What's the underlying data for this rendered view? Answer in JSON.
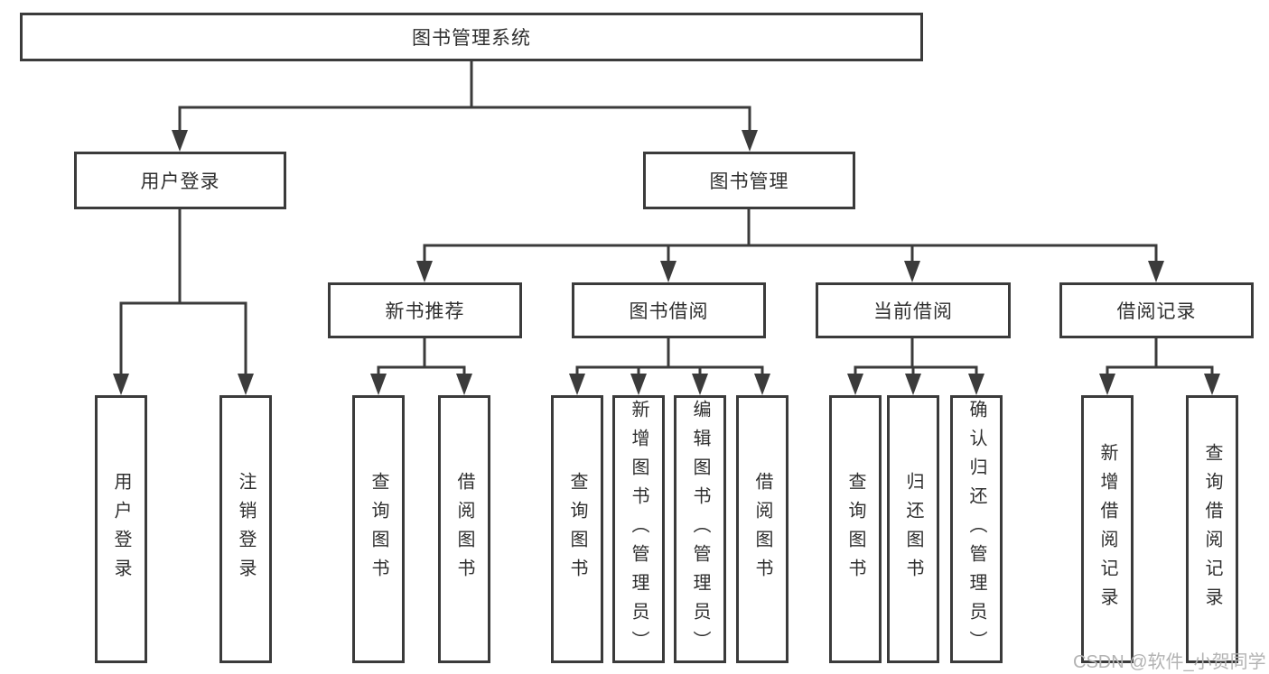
{
  "diagram": {
    "root": {
      "label": "图书管理系统"
    },
    "branches": {
      "user_login": {
        "label": "用户登录",
        "leaves": [
          {
            "label": "用户登录"
          },
          {
            "label": "注销登录"
          }
        ]
      },
      "book_mgmt": {
        "label": "图书管理",
        "sections": [
          {
            "label": "新书推荐",
            "leaves": [
              {
                "label": "查询图书"
              },
              {
                "label": "借阅图书"
              }
            ]
          },
          {
            "label": "图书借阅",
            "leaves": [
              {
                "label": "查询图书"
              },
              {
                "label": "新增图书（管理员）"
              },
              {
                "label": "编辑图书（管理员）"
              },
              {
                "label": "借阅图书"
              }
            ]
          },
          {
            "label": "当前借阅",
            "leaves": [
              {
                "label": "查询图书"
              },
              {
                "label": "归还图书"
              },
              {
                "label": "确认归还（管理员）"
              }
            ]
          },
          {
            "label": "借阅记录",
            "leaves": [
              {
                "label": "新增借阅记录"
              },
              {
                "label": "查询借阅记录"
              }
            ]
          }
        ]
      }
    }
  },
  "watermark": {
    "text": "CSDN @软件_小贺同学"
  },
  "colors": {
    "line": "#3b3b3b",
    "text": "#2f2f2f",
    "watermark": "#b3b3b3",
    "background": "#ffffff"
  }
}
